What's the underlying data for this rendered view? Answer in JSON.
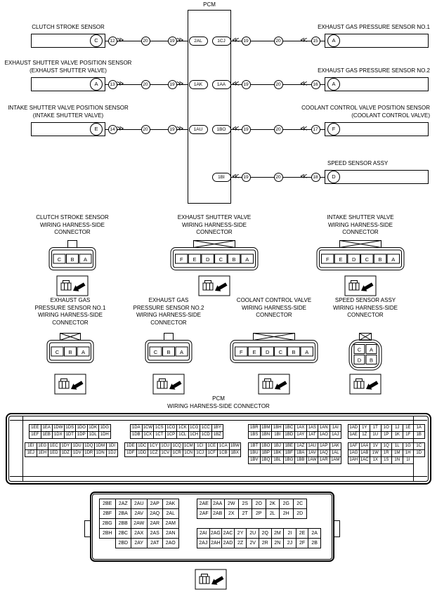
{
  "schematic": {
    "pcm_label": "PCM",
    "left_branches": [
      {
        "name_lines": [
          "CLUTCH STROKE SENSOR"
        ],
        "terminal": "C",
        "pin_no": "12",
        "wire_nos": [
          "20",
          "19"
        ],
        "pcm_pin": "2AL"
      },
      {
        "name_lines": [
          "EXHAUST SHUTTER VALVE POSITION SENSOR",
          "(EXHAUST SHUTTER VALVE)"
        ],
        "terminal": "A",
        "pin_no": "13",
        "wire_nos": [
          "20",
          "19"
        ],
        "pcm_pin": "1AK"
      },
      {
        "name_lines": [
          "INTAKE SHUTTER VALVE POSITION SENSOR",
          "(INTAKE SHUTTER VALVE)"
        ],
        "terminal": "E",
        "pin_no": "14",
        "wire_nos": [
          "20",
          "19"
        ],
        "pcm_pin": "1AU"
      }
    ],
    "right_branches": [
      {
        "name_lines": [
          "EXHAUST GAS PRESSURE SENSOR NO.1"
        ],
        "terminal": "A",
        "pin_no": "15",
        "wire_nos": [
          "19",
          "20"
        ],
        "pcm_pin": "1CJ"
      },
      {
        "name_lines": [
          "EXHAUST GAS PRESSURE SENSOR NO.2"
        ],
        "terminal": "A",
        "pin_no": "16",
        "wire_nos": [
          "19",
          "20"
        ],
        "pcm_pin": "1AA"
      },
      {
        "name_lines": [
          "COOLANT CONTROL VALVE POSITION SENSOR",
          "(COOLANT CONTROL VALVE)"
        ],
        "terminal": "F",
        "pin_no": "17",
        "wire_nos": [
          "19",
          "20"
        ],
        "pcm_pin": "1BO"
      },
      {
        "name_lines": [
          "SPEED SENSOR ASSY"
        ],
        "terminal": "D",
        "pin_no": "18",
        "wire_nos": [
          "19",
          "20"
        ],
        "pcm_pin": "1BI"
      }
    ]
  },
  "connector_cards": {
    "row1": [
      {
        "title_lines": [
          "CLUTCH STROKE SENSOR",
          "WIRING HARNESS-SIDE",
          "CONNECTOR"
        ],
        "type": "3pin-tab",
        "pins": [
          "C",
          "B",
          "A"
        ]
      },
      {
        "title_lines": [
          "EXHAUST SHUTTER VALVE",
          "WIRING HARNESS-SIDE",
          "CONNECTOR"
        ],
        "type": "6pin",
        "pins": [
          "F",
          "E",
          "D",
          "C",
          "B",
          "A"
        ]
      },
      {
        "title_lines": [
          "INTAKE SHUTTER VALVE",
          "WIRING HARNESS-SIDE",
          "CONNECTOR"
        ],
        "type": "6pin",
        "pins": [
          "F",
          "E",
          "D",
          "C",
          "B",
          "A"
        ]
      }
    ],
    "row2": [
      {
        "title_lines": [
          "EXHAUST GAS",
          "PRESSURE SENSOR NO.1",
          "WIRING HARNESS-SIDE",
          "CONNECTOR"
        ],
        "type": "3pin-lock",
        "pins": [
          "C",
          "B",
          "A"
        ]
      },
      {
        "title_lines": [
          "EXHAUST GAS",
          "PRESSURE SENSOR NO.2",
          "WIRING HARNESS-SIDE",
          "CONNECTOR"
        ],
        "type": "3pin-tab",
        "pins": [
          "C",
          "B",
          "A"
        ]
      },
      {
        "title_lines": [
          "COOLANT CONTROL VALVE",
          "WIRING HARNESS-SIDE",
          "CONNECTOR"
        ],
        "type": "6pin",
        "pins": [
          "F",
          "E",
          "D",
          "C",
          "B",
          "A"
        ]
      },
      {
        "title_lines": [
          "SPEED SENSOR ASSY",
          "WIRING HARNESS-SIDE",
          "CONNECTOR"
        ],
        "type": "4pin-square",
        "pin_rows": [
          [
            "C",
            "A"
          ],
          [
            "D",
            "B"
          ]
        ]
      }
    ]
  },
  "pcm_connector": {
    "title_lines": [
      "PCM",
      "WIRING HARNESS-SIDE CONNECTOR"
    ],
    "blocks": [
      {
        "top": [
          [
            "1EE",
            "1EA",
            "1DW",
            "1DS",
            "1DO",
            "1DK",
            "1DG"
          ],
          [
            "1EF",
            "1EB",
            "1DX",
            "1DT",
            "1DP",
            "1DL",
            "1DH"
          ]
        ],
        "bottom": [
          [
            "1EI",
            "1EG",
            "1EC",
            "1DY",
            "1DU",
            "1DQ",
            "1DM",
            "1DI"
          ],
          [
            "1EJ",
            "1EH",
            "1ED",
            "1DZ",
            "1DV",
            "1DR",
            "1DN",
            "1DJ"
          ]
        ]
      },
      {
        "top": [
          [
            "1DA",
            "1CW",
            "1CS",
            "1CO",
            "1CK",
            "1CG",
            "1CC",
            "1BY"
          ],
          [
            "1DB",
            "1CX",
            "1CT",
            "1CP",
            "1CL",
            "1CH",
            "1CD",
            "1BZ"
          ]
        ],
        "bottom": [
          [
            "1DE",
            "1DC",
            "1CY",
            "1CU",
            "1CQ",
            "1CM",
            "1CI",
            "1CE",
            "1CA",
            "1BW"
          ],
          [
            "1DF",
            "1DD",
            "1CZ",
            "1CV",
            "1CR",
            "1CN",
            "1CJ",
            "1CF",
            "1CB",
            "1BX"
          ]
        ]
      },
      {
        "top": [
          [
            "1BR",
            "1BM",
            "1BH",
            "1BC",
            "1AX",
            "1AS",
            "1AN",
            "1AI"
          ],
          [
            "1BS",
            "1BN",
            "1BI",
            "1BD",
            "1AY",
            "1AT",
            "1AO",
            "1AJ"
          ]
        ],
        "bottom": [
          [
            "1BT",
            "1BO",
            "1BJ",
            "1BE",
            "1AZ",
            "1AU",
            "1AP",
            "1AK"
          ],
          [
            "1BU",
            "1BP",
            "1BK",
            "1BF",
            "1BA",
            "1AV",
            "1AQ",
            "1AL"
          ],
          [
            "1BV",
            "1BQ",
            "1BL",
            "1BG",
            "1BB",
            "1AW",
            "1AR",
            "1AM"
          ]
        ]
      },
      {
        "top": [
          [
            "1AD",
            "1Y",
            "1T",
            "1O",
            "1J",
            "1E",
            "1A"
          ],
          [
            "1AE",
            "1Z",
            "1U",
            "1P",
            "1K",
            "1F",
            "1B"
          ]
        ],
        "bottom": [
          [
            "1AF",
            "1AA",
            "1V",
            "1Q",
            "1L",
            "1G",
            "1C"
          ],
          [
            "1AG",
            "1AB",
            "1W",
            "1R",
            "1M",
            "1H",
            "1D"
          ],
          [
            "1AH",
            "1AC",
            "1X",
            "1S",
            "1N",
            "1I"
          ]
        ]
      }
    ]
  },
  "pcm_connector2": {
    "left_rows": [
      [
        "2BE",
        "2AZ",
        "2AU",
        "2AP",
        "2AK"
      ],
      [
        "2BF",
        "2BA",
        "2AV",
        "2AQ",
        "2AL"
      ],
      [
        "2BG",
        "2BB",
        "2AW",
        "2AR",
        "2AM"
      ],
      [
        "2BH",
        "2BC",
        "2AX",
        "2AS",
        "2AN"
      ],
      [
        "2BD",
        "2AY",
        "2AT",
        "2AO"
      ]
    ],
    "right_top_rows": [
      [
        "2AE",
        "2AA",
        "2W",
        "2S",
        "2O",
        "2K",
        "2G",
        "2C"
      ],
      [
        "2AF",
        "2AB",
        "2X",
        "2T",
        "2P",
        "2L",
        "2H",
        "2D"
      ]
    ],
    "right_bottom_rows": [
      [
        "2AI",
        "2AG",
        "2AC",
        "2Y",
        "2U",
        "2Q",
        "2M",
        "2I",
        "2E",
        "2A"
      ],
      [
        "2AJ",
        "2AH",
        "2AD",
        "2Z",
        "2V",
        "2R",
        "2N",
        "2J",
        "2F",
        "2B"
      ]
    ]
  }
}
